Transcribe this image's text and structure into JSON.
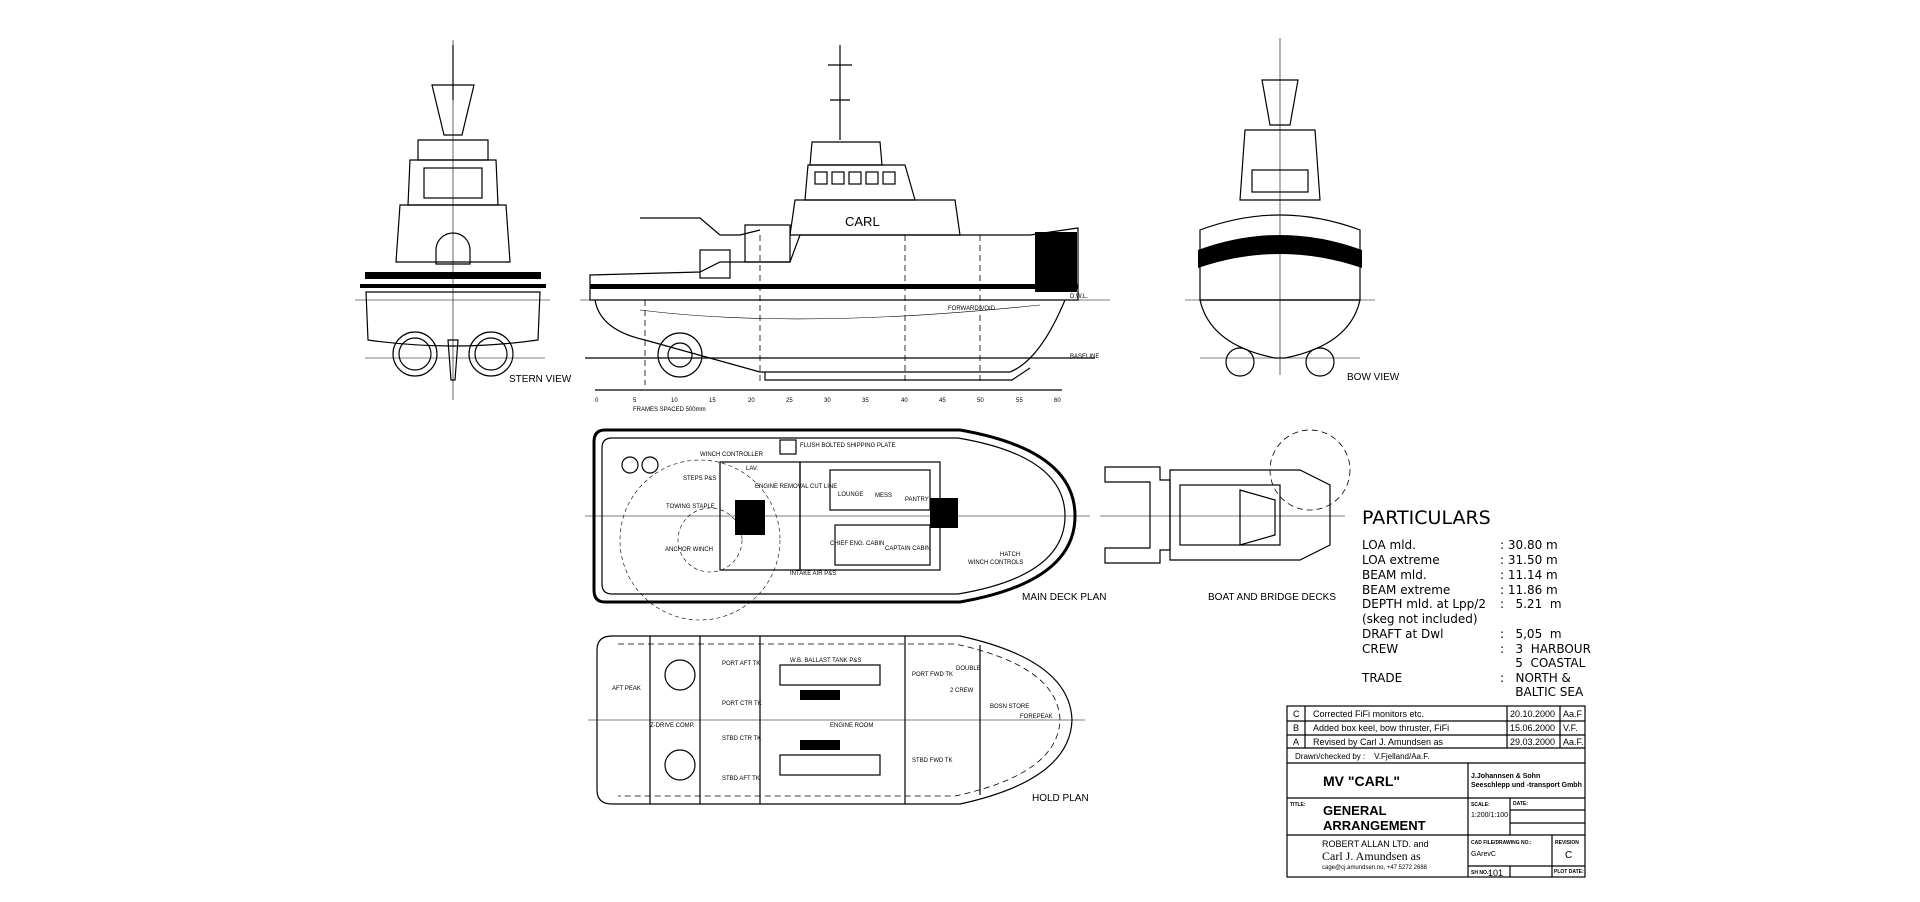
{
  "views": {
    "stern": "STERN VIEW",
    "bow": "BOW VIEW",
    "main_deck": "MAIN DECK PLAN",
    "boat_bridge": "BOAT AND BRIDGE DECKS",
    "hold": "HOLD PLAN",
    "frames_note": "FRAMES SPACED 500mm",
    "ship_name_on_hull": "CARL",
    "frame_ticks": [
      "0",
      "5",
      "10",
      "15",
      "20",
      "25",
      "30",
      "35",
      "40",
      "45",
      "50",
      "55",
      "60"
    ],
    "profile_labels": {
      "forward_void": "FORWARD VOID",
      "baseline": "BASELINE",
      "dwl": "D.W.L."
    },
    "deck_labels": [
      "WINCH CONTROLLER",
      "FLUSH BOLTED SHIPPING PLATE",
      "STEPS P&S",
      "TOWING STAPLE",
      "ANCHOR WINCH",
      "LOUNGE",
      "MESS",
      "PANTRY",
      "CHIEF ENG. CABIN",
      "CAPTAIN CABIN",
      "INTAKE AIR P&S",
      "HATCH",
      "WINCH CONTROLS",
      "ENGINE REMOVAL CUT LINE",
      "LAV."
    ],
    "hold_labels": [
      "AFT PEAK",
      "PORT AFT TK",
      "PORT CTR TK",
      "STBD CTR TK",
      "STBD AFT TK",
      "Z-DRIVE COMP.",
      "ENGINE ROOM",
      "PORT FWD TK",
      "STBD FWD TK",
      "2 CREW",
      "DOUBLE",
      "BOSN STORE",
      "FOREPEAK",
      "W.B. BALLAST TANK P&S"
    ]
  },
  "particulars": {
    "title": "PARTICULARS",
    "rows": [
      {
        "label": "LOA mld.",
        "value": ": 30.80  m"
      },
      {
        "label": "LOA extreme",
        "value": ": 31.50  m"
      },
      {
        "label": "BEAM mld.",
        "value": ": 11.14  m"
      },
      {
        "label": "BEAM extreme",
        "value": ": 11.86  m"
      },
      {
        "label": "DEPTH mld. at Lpp/2",
        "value": ":   5.21  m"
      },
      {
        "label": "(skeg not included)",
        "value": ""
      },
      {
        "label": "DRAFT at Dwl",
        "value": ":   5,05  m"
      },
      {
        "label": "CREW",
        "value": ":   3  HARBOUR"
      },
      {
        "label": "",
        "value": "    5  COASTAL"
      },
      {
        "label": "TRADE",
        "value": ":   NORTH &"
      },
      {
        "label": "",
        "value": "    BALTIC SEA"
      }
    ]
  },
  "title_block": {
    "revisions": [
      {
        "rev": "C",
        "desc": "Corrected FiFi monitors etc.",
        "date": "20.10.2000",
        "by": "Aa.F"
      },
      {
        "rev": "B",
        "desc": "Added box keel, bow thruster, FiFi",
        "date": "15.06.2000",
        "by": "V.F."
      },
      {
        "rev": "A",
        "desc": "Revised by Carl J. Amundsen as",
        "date": "29.03.2000",
        "by": "Aa.F."
      }
    ],
    "drawn_checked": "Drawn/checked by :    V.Fjelland/Aa.F.",
    "vessel": "MV \"CARL\"",
    "owner_line1": "J.Johannsen & Sohn",
    "owner_line2": "Seeschlepp und -transport Gmbh",
    "title_label": "TITLE:",
    "title_line1": "GENERAL",
    "title_line2": "ARRANGEMENT",
    "scale_label": "SCALE:",
    "scale_value": "1:200/1:100",
    "date_label": "DATE:",
    "designer_line1": "ROBERT ALLAN LTD. and",
    "designer_line2": "Carl J. Amundsen as",
    "designer_line3": "cage@cj.amundsen.no, +47 5272 2688",
    "cad_label": "CAD FILE/DRAWING NO.:",
    "cad_value": "GArevC",
    "revision_label": "REVISION",
    "revision_value": "C",
    "sh_label": "SH NO.:",
    "sh_value": "101",
    "plot_label": "PLOT DATE:"
  }
}
